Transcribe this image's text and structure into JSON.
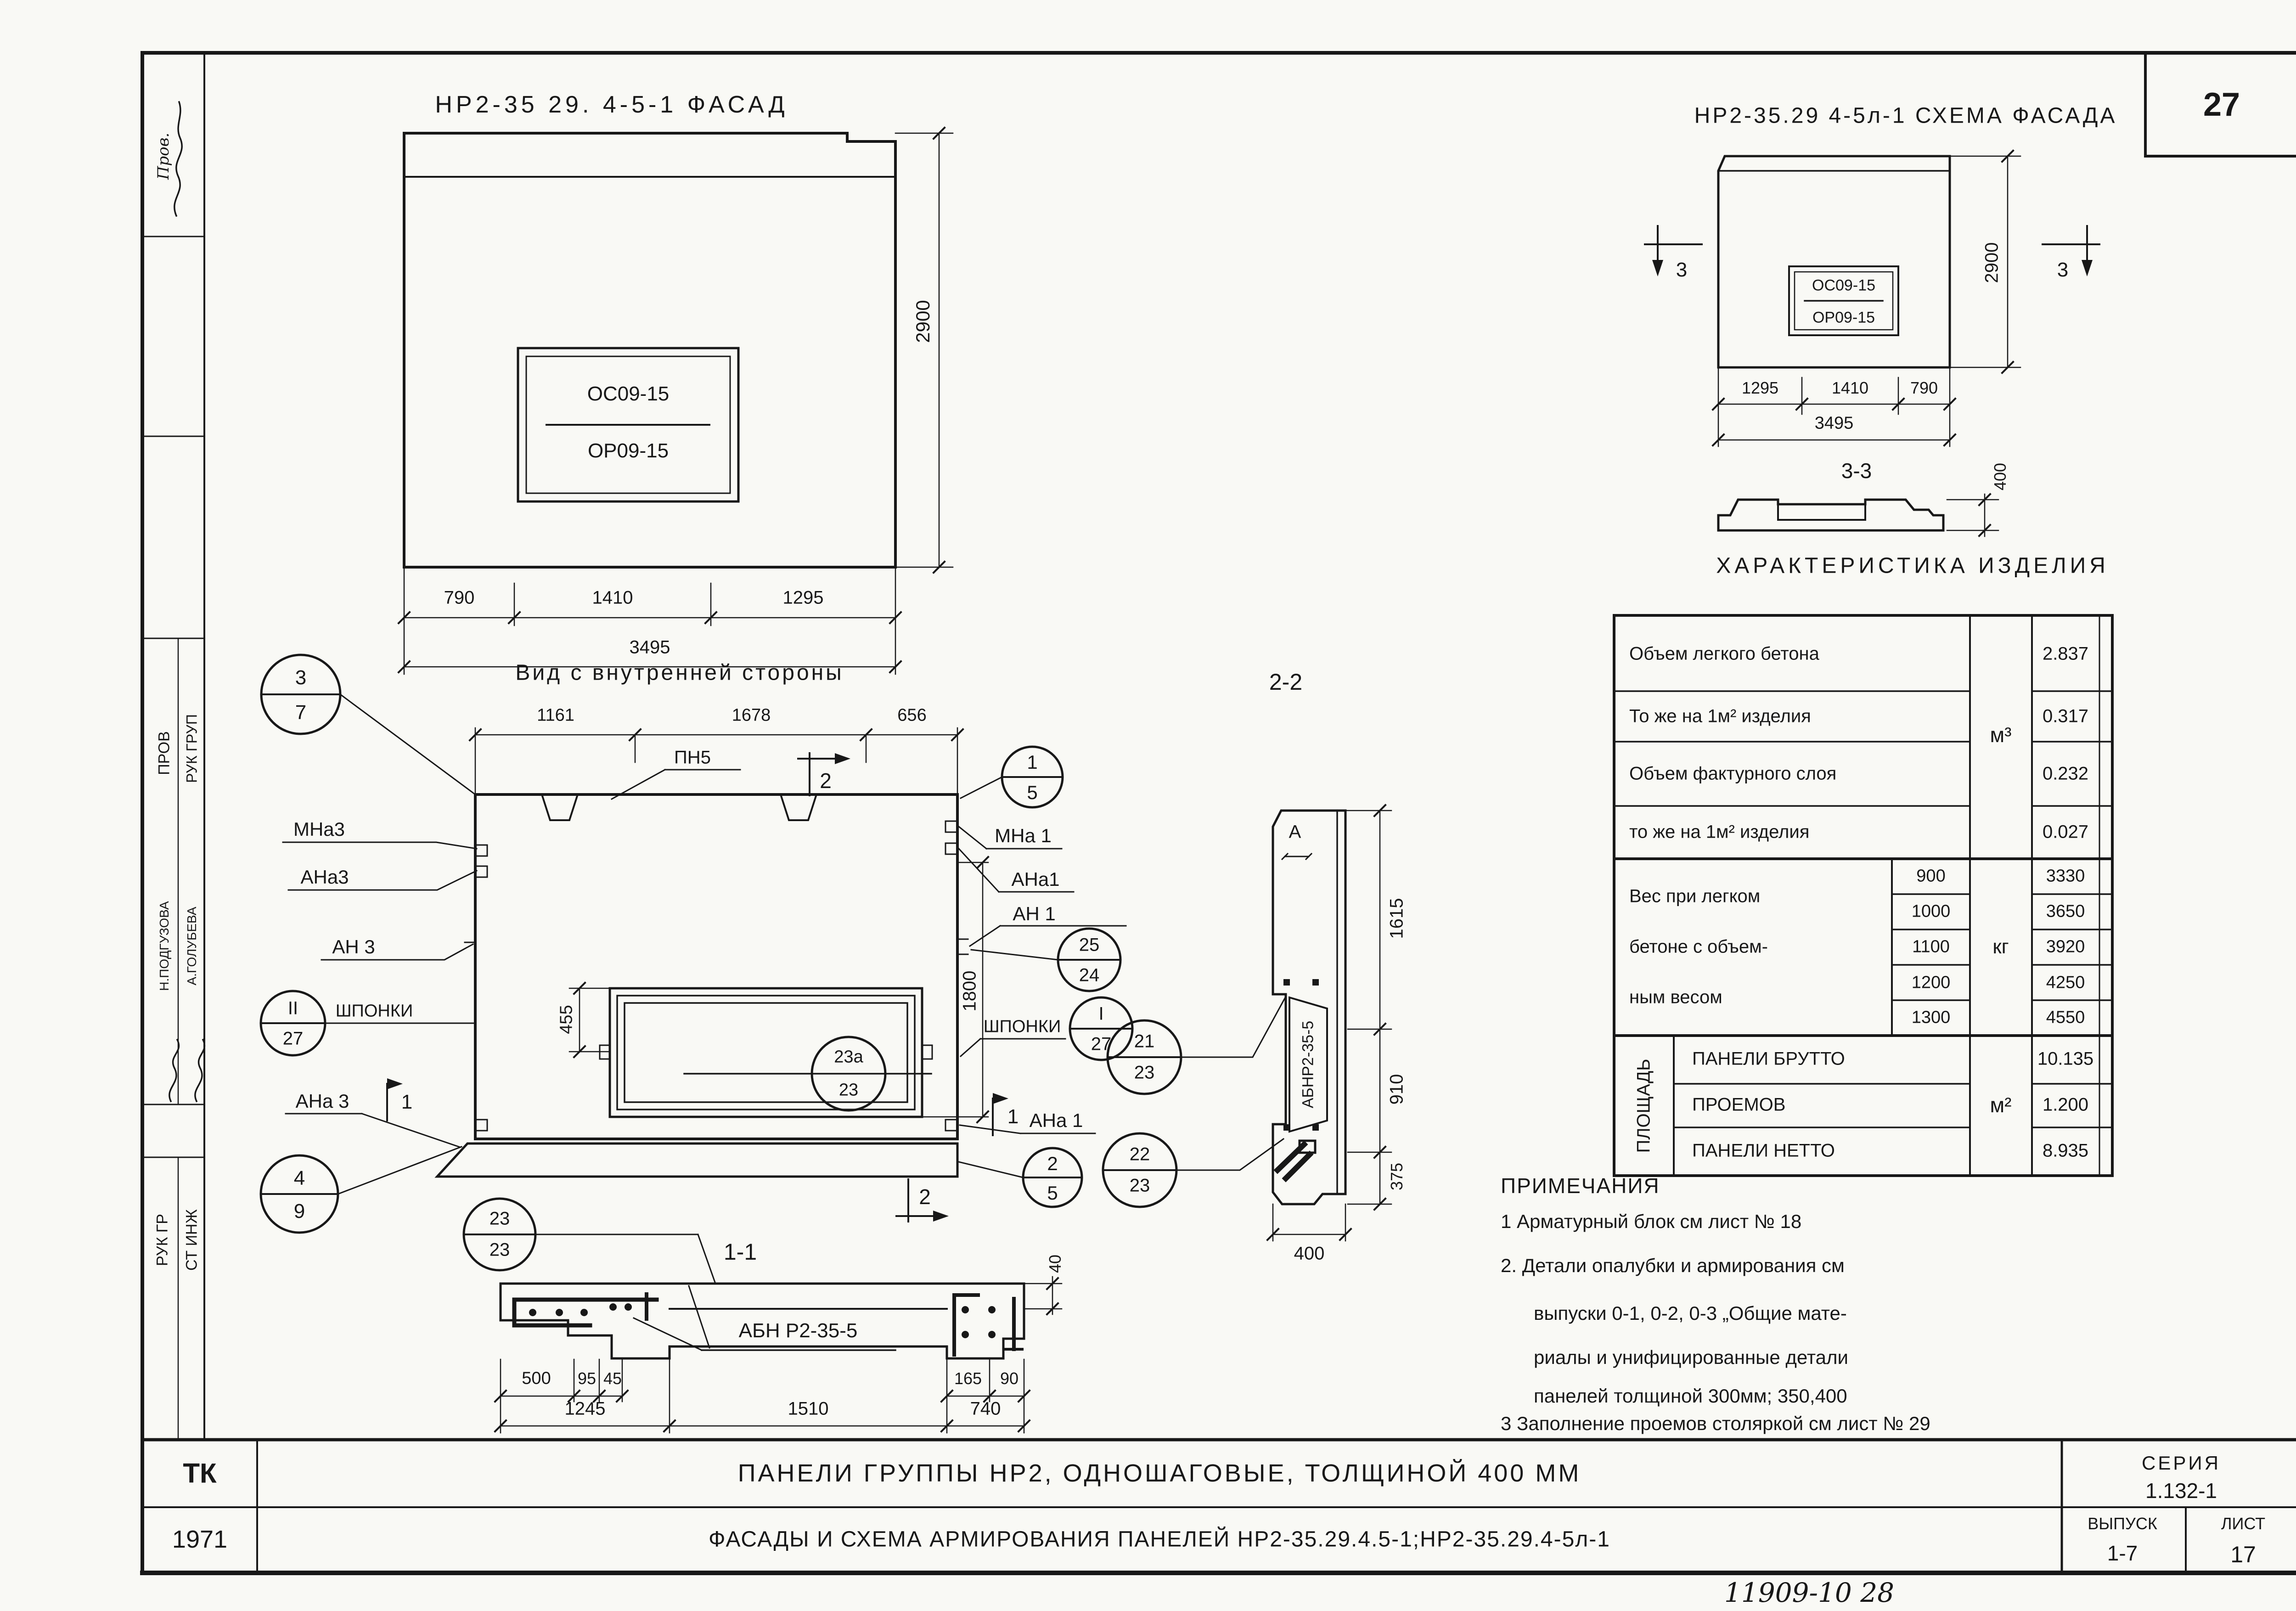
{
  "page": {
    "sheet_number": "27",
    "inventory_number": "11909-10   28"
  },
  "stamp": {
    "prov_hand": "Пров.",
    "prov": "ПРОВ",
    "ruk_grup": "РУК ГРУП",
    "podguzova": "Н.ПОДГУЗОВА",
    "golubeva": "А.ГОЛУБЕВА",
    "ruk_gr": "РУК ГР",
    "st_inzh": "СТ ИНЖ"
  },
  "facade": {
    "title": "НР2-35 29. 4-5-1 ФАСАД",
    "mark_top": "ОС09-15",
    "mark_bottom": "ОР09-15",
    "dim_height": "2900",
    "dim_a": "790",
    "dim_b": "1410",
    "dim_c": "1295",
    "dim_total": "3495"
  },
  "inner": {
    "title": "Вид  с  внутренней  стороны",
    "dim_a": "1161",
    "dim_b": "1678",
    "dim_c": "656",
    "pn5": "ПН5",
    "sec2": "2",
    "callout_3_7": [
      "3",
      "7"
    ],
    "mna3": "МНа3",
    "ana3": "АНа3",
    "an3": "АН 3",
    "shponki_left": "ШПОНКИ",
    "callout_II_27": [
      "II",
      "27"
    ],
    "ana3b": "АНа 3",
    "flag1": "1",
    "callout_4_9": [
      "4",
      "9"
    ],
    "callout_23a_23": [
      "23а",
      "23"
    ],
    "dim_455": "455",
    "dim_1800": "1800",
    "callout_1_5": [
      "1",
      "5"
    ],
    "mna1": "МНа 1",
    "ana1": "АНа1",
    "an1": "АН 1",
    "callout_25_24": [
      "25",
      "24"
    ],
    "shponki_right": "ШПОНКИ",
    "callout_I_27": [
      "I",
      "27"
    ],
    "ana1b": "АНа 1",
    "callout_2_5": [
      "2",
      "5"
    ]
  },
  "sec11": {
    "title": "1-1",
    "callout_23_23": [
      "23",
      "23"
    ],
    "label": "АБН Р2-35-5",
    "d500": "500",
    "d95": "95",
    "d45": "45",
    "d165": "165",
    "d90": "90",
    "d1245": "1245",
    "d1510": "1510",
    "d740": "740",
    "d40": "40"
  },
  "sec22": {
    "title": "2-2",
    "a_mark": "А",
    "label": "АБНР2-35-5",
    "d1615": "1615",
    "d910": "910",
    "d375": "375",
    "d400": "400",
    "callout_21_23": [
      "21",
      "23"
    ],
    "callout_22_23": [
      "22",
      "23"
    ]
  },
  "schema": {
    "title": "НР2-35.29 4-5л-1  СХЕМА  ФАСАДА",
    "mark_top": "ОС09-15",
    "mark_bottom": "ОР09-15",
    "sec3": "3",
    "dim_height": "2900",
    "dim_a": "1295",
    "dim_b": "1410",
    "dim_c": "790",
    "dim_total": "3495"
  },
  "sec33": {
    "title": "3-3",
    "d400": "400"
  },
  "chars": {
    "title": "ХАРАКТЕРИСТИКА  ИЗДЕЛИЯ",
    "r1": "Объем легкого бетона",
    "v1": "2.837",
    "r2": "То же на 1м² изделия",
    "v2": "0.317",
    "r3": "Объем фактурного слоя",
    "v3": "0.232",
    "r4": "то же на 1м² изделия",
    "v4": "0.027",
    "u_m3": "м³",
    "u_kg": "кг",
    "u_m2": "м²",
    "w_l1": "Вес при легком",
    "w_l2": "бетоне с объем-",
    "w_l3": "ным весом",
    "w": [
      [
        "900",
        "3330"
      ],
      [
        "1000",
        "3650"
      ],
      [
        "1100",
        "3920"
      ],
      [
        "1200",
        "4250"
      ],
      [
        "1300",
        "4550"
      ]
    ],
    "pl": "ПЛОЩАДЬ",
    "p1": "ПАНЕЛИ БРУТТО",
    "pv1": "10.135",
    "p2": "ПРОЕМОВ",
    "pv2": "1.200",
    "p3": "ПАНЕЛИ НЕТТО",
    "pv3": "8.935"
  },
  "notes": {
    "title": "ПРИМЕЧАНИЯ",
    "n1": "1  Арматурный блок см лист № 18",
    "n2a": "2. Детали опалубки и армирования  см",
    "n2b": "выпуски  0-1,  0-2,  0-3  „Общие мате-",
    "n2c": "риалы и унифицированные  детали",
    "n2d": "панелей  толщиной   300мм; 350,400",
    "n3": "3  Заполнение проемов столяркой см лист № 29"
  },
  "tb": {
    "tk": "ТК",
    "year": "1971",
    "line1": "ПАНЕЛИ   ГРУППЫ   НР2,  ОДНОШАГОВЫЕ,  ТОЛЩИНОЙ  400 ММ",
    "line2": "ФАСАДЫ   И  СХЕМА   АРМИРОВАНИЯ   ПАНЕЛЕЙ  НР2-35.29.4.5-1;НР2-35.29.4-5л-1",
    "seriya_label": "СЕРИЯ",
    "seriya": "1.132-1",
    "vypusk_label": "ВЫПУСК",
    "vypusk": "1-7",
    "list_label": "ЛИСТ",
    "list": "17"
  }
}
